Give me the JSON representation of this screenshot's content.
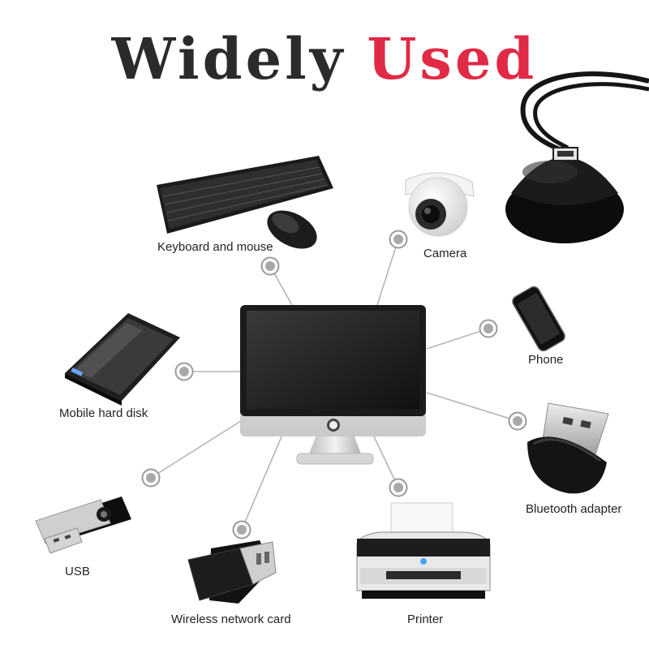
{
  "title": {
    "word1": "Widely",
    "word2": "Used"
  },
  "colors": {
    "title_dark": "#2b2b2b",
    "title_accent": "#e02a46",
    "connector": "#b5b5b5",
    "node_ring": "#9a9a9a",
    "node_dot": "#a8a8a8"
  },
  "devices": {
    "keyboard_mouse": "Keyboard and mouse",
    "camera": "Camera",
    "phone": "Phone",
    "mobile_hard_disk": "Mobile hard disk",
    "bluetooth_adapter": "Bluetooth adapter",
    "usb": "USB",
    "wireless_network_card": "Wireless network card",
    "printer": "Printer"
  }
}
